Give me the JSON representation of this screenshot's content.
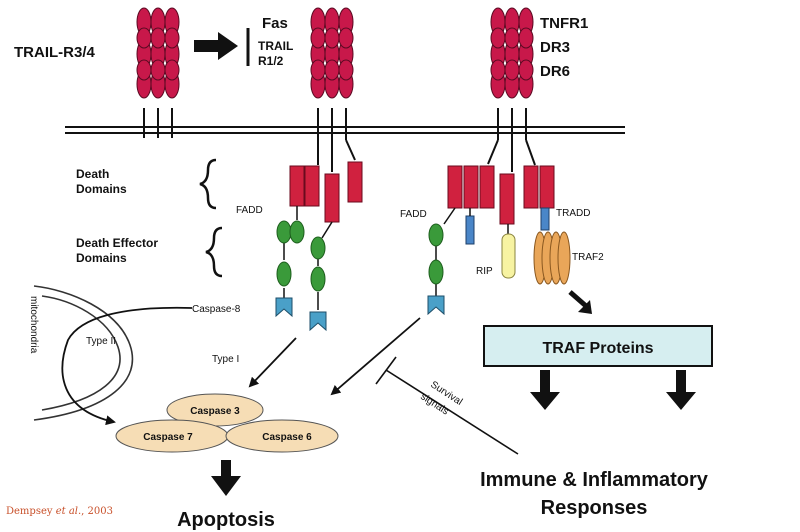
{
  "labels": {
    "trail_r34": "TRAIL-R3/4",
    "fas": "Fas",
    "trail": "TRAIL",
    "r12": "R1/2",
    "tnfr1": "TNFR1",
    "dr3": "DR3",
    "dr6": "DR6",
    "death_domains_1": "Death",
    "death_domains_2": "Domains",
    "death_effector_1": "Death Effector",
    "death_effector_2": "Domains",
    "fadd_left": "FADD",
    "fadd_right": "FADD",
    "tradd": "TRADD",
    "rip": "RIP",
    "traf2": "TRAF2",
    "mitochondria": "mitochondria",
    "type_ii": "Type II",
    "caspase8": "Caspase-8",
    "type_i": "Type I",
    "caspase3": "Caspase 3",
    "caspase7": "Caspase 7",
    "caspase6": "Caspase 6",
    "survival_1": "Survival",
    "survival_2": "signals",
    "traf_proteins": "TRAF Proteins",
    "immune_1": "Immune & Inflammatory",
    "immune_2": "Responses",
    "apoptosis": "Apoptosis",
    "citation_author": "Dempsey ",
    "citation_etal": "et al.",
    "citation_year": ", 2003"
  },
  "colors": {
    "receptor": "#c8184a",
    "death_domain": "#d0213f",
    "fadd_green": "#3a9a3a",
    "caspase_blue": "#4aa0c8",
    "tradd_blue": "#4a86c8",
    "rip_yellow": "#f7f3a2",
    "traf2_orange": "#e9a659",
    "caspase_oval": "#f6ddb5",
    "traf_box": "#d6eef0",
    "citation": "#c8502a"
  }
}
